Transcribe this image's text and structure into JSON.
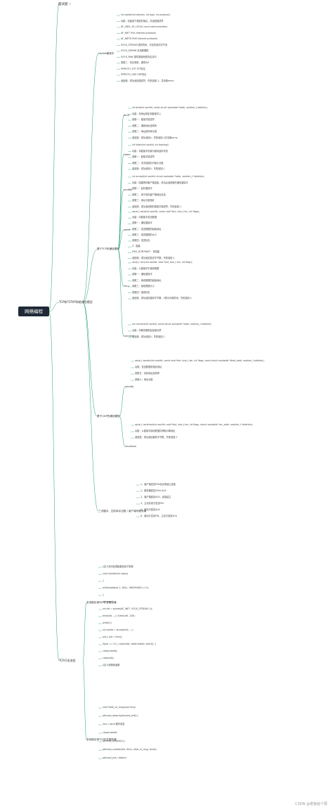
{
  "header": {
    "label": "面试题",
    "badge": "✓"
  },
  "root": {
    "label": "网络编程"
  },
  "branches": {
    "tcp_model": "TCP和TCP/IP网络通信模型",
    "tcp_dev": "TCP开发流程"
  },
  "nodes": [
    {
      "id": "socket",
      "label": "socket套接字"
    },
    {
      "id": "bind",
      "label": "bind"
    },
    {
      "id": "listen",
      "label": "listen"
    },
    {
      "id": "accept",
      "label": "accept"
    },
    {
      "id": "send",
      "label": "send"
    },
    {
      "id": "recv",
      "label": "recv"
    },
    {
      "id": "connect",
      "label": "connect"
    },
    {
      "id": "tcp_api",
      "label": "基于TCP的通信模型"
    },
    {
      "id": "udp_api",
      "label": "基于UDP的通信模型"
    },
    {
      "id": "sendto",
      "label": "sendto"
    },
    {
      "id": "recvfrom",
      "label": "recvfrom"
    },
    {
      "id": "three_shake",
      "label": "三次握手、四次挥手过程 / 客户端与服务端"
    },
    {
      "id": "multi_proc",
      "label": "多进程实现TCP并发服务器"
    },
    {
      "id": "multi_thread",
      "label": "多线程实现TCP并发服务器"
    }
  ],
  "lines": [
    "int socket(int domain, int type, int protocol);",
    "功能：创建用于通信的端点，并返回描述符",
    "AF_UNIX, AF_LOCAL   Local communication",
    "AF_INET   IPv4 Internet protocols",
    "AF_INET6   IPv6 Internet protocols",
    "SOCK_STREAM   提供有序、可靠的双向字节流",
    "SOCK_DGRAM   支持数据报",
    "SOCK_RAW   提供原始网络协议访问",
    "参数三：协议类型，通常为0",
    "IPPROTO_TCP   TCP协议",
    "IPPROTO_UDP   UDP协议",
    "返回值：成功返回描述符，失败返回-1，并设置errno",
    "int bind(int sockfd, const struct sockaddr *addr, socklen_t addrlen);",
    "功能：将地址绑定到套接字上",
    "参数一：套接字描述符",
    "参数二：通用地址结构体",
    "参数三：地址结构体长度",
    "返回值：成功返回0，失败返回-1并设置errno",
    "int listen(int sockfd, int backlog);",
    "功能：将套接字设置为被动监听状态",
    "参数一：套接字描述符",
    "参数二：未决连接队列最大长度",
    "返回值：成功返回0，失败返回-1",
    "int accept(int sockfd, struct sockaddr *addr, socklen_t *addrlen);",
    "功能：阻塞等待客户端连接，成功后返回新的通信套接字",
    "参数一：监听套接字",
    "参数二：用于保存客户端地址信息",
    "参数三：地址长度指针",
    "返回值：成功返回新的套接字描述符，失败返回-1",
    "ssize_t send(int sockfd, const void *buf, size_t len, int flags);",
    "功能：向套接字发送数据",
    "参数一：通信套接字",
    "参数二：发送数据的起始地址",
    "参数三：发送数据的大小",
    "参数四：发送标志",
    "0：阻塞",
    "MSG_DONTWAIT：非阻塞",
    "返回值：成功返回发送字节数，失败返回-1",
    "ssize_t recv(int sockfd, void *buf, size_t len, int flags);",
    "功能：从套接字中接收数据",
    "参数一：通信套接字",
    "参数二：接收数据的起始地址",
    "参数三：接收数据大小",
    "参数四：接收标志",
    "返回值：成功返回接收字节数，0表示对端关闭，失败返回-1",
    "int connect(int sockfd, const struct sockaddr *addr, socklen_t addrlen);",
    "功能：向服务器发起连接请求",
    "返回值：成功返回0，失败返回-1",
    "ssize_t sendto(int sockfd, const void *buf, size_t len, int flags, const struct sockaddr *dest_addr, socklen_t addrlen);",
    "功能：发送数据到指定地址",
    "参数五：目标地址结构体",
    "参数六：地址长度",
    "ssize_t recvfrom(int sockfd, void *buf, size_t len, int flags, struct sockaddr *src_addr, socklen_t *addrlen);",
    "功能：从套接字接收数据并获取对端地址",
    "返回值：成功返回接收字节数，失败返回-1",
    "1、客户端发送SYN包请求建立连接",
    "2、服务器回复SYN+ACK",
    "3、客户端回复ACK，连接建立",
    "4、主动关闭方发送FIN",
    "5、被动方回复ACK",
    "6、被动方发送FIN，主动方回复ACK",
    "//定义信号处理函数回收子进程",
    "void handler(int signo)",
    "{",
    "    while(waitpid(-1, NULL, WNOHANG) > 0);",
    "}",
    "int main()",
    "    int sfd = socket(AF_INET, SOCK_STREAM, 0);",
    "    bind(sfd, ...); listen(sfd, 128);",
    "    while(1)",
    "        int newfd = accept(sfd, ...);",
    "        pid_t pid = fork();",
    "        if(pid == 0) { close(sfd); deal(newfd); exit(0); }",
    "        close(newfd);",
    "    close(sfd);",
    "//定义线程体函数",
    "void *deal_cli_msg(void *arg)",
    "    pthread_detach(pthread_self());",
    "    recv / send 循环收发",
    "    close(newfd);",
    "    pthread_exit(NULL);",
    "    pthread_create(&tid, NULL, deal_cli_msg, &info);",
    "    pthread_join / detach"
  ],
  "watermark": "CSDN @老板给个赞"
}
